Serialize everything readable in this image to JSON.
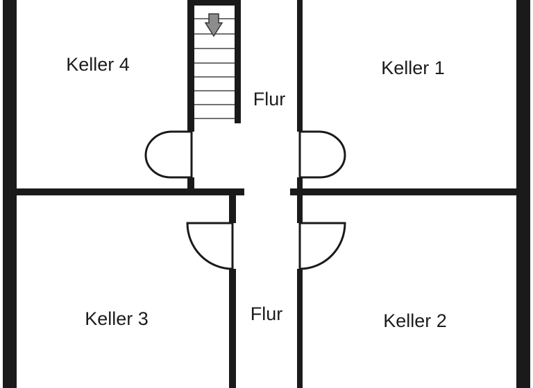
{
  "rooms": {
    "keller_1": "Keller 1",
    "keller_2": "Keller 2",
    "keller_3": "Keller 3",
    "keller_4": "Keller 4",
    "flur_upper": "Flur",
    "flur_lower": "Flur"
  },
  "icons": {
    "stair_direction": "arrow-down-icon"
  },
  "colors": {
    "wall": "#1a1a1a",
    "background": "#ffffff"
  }
}
